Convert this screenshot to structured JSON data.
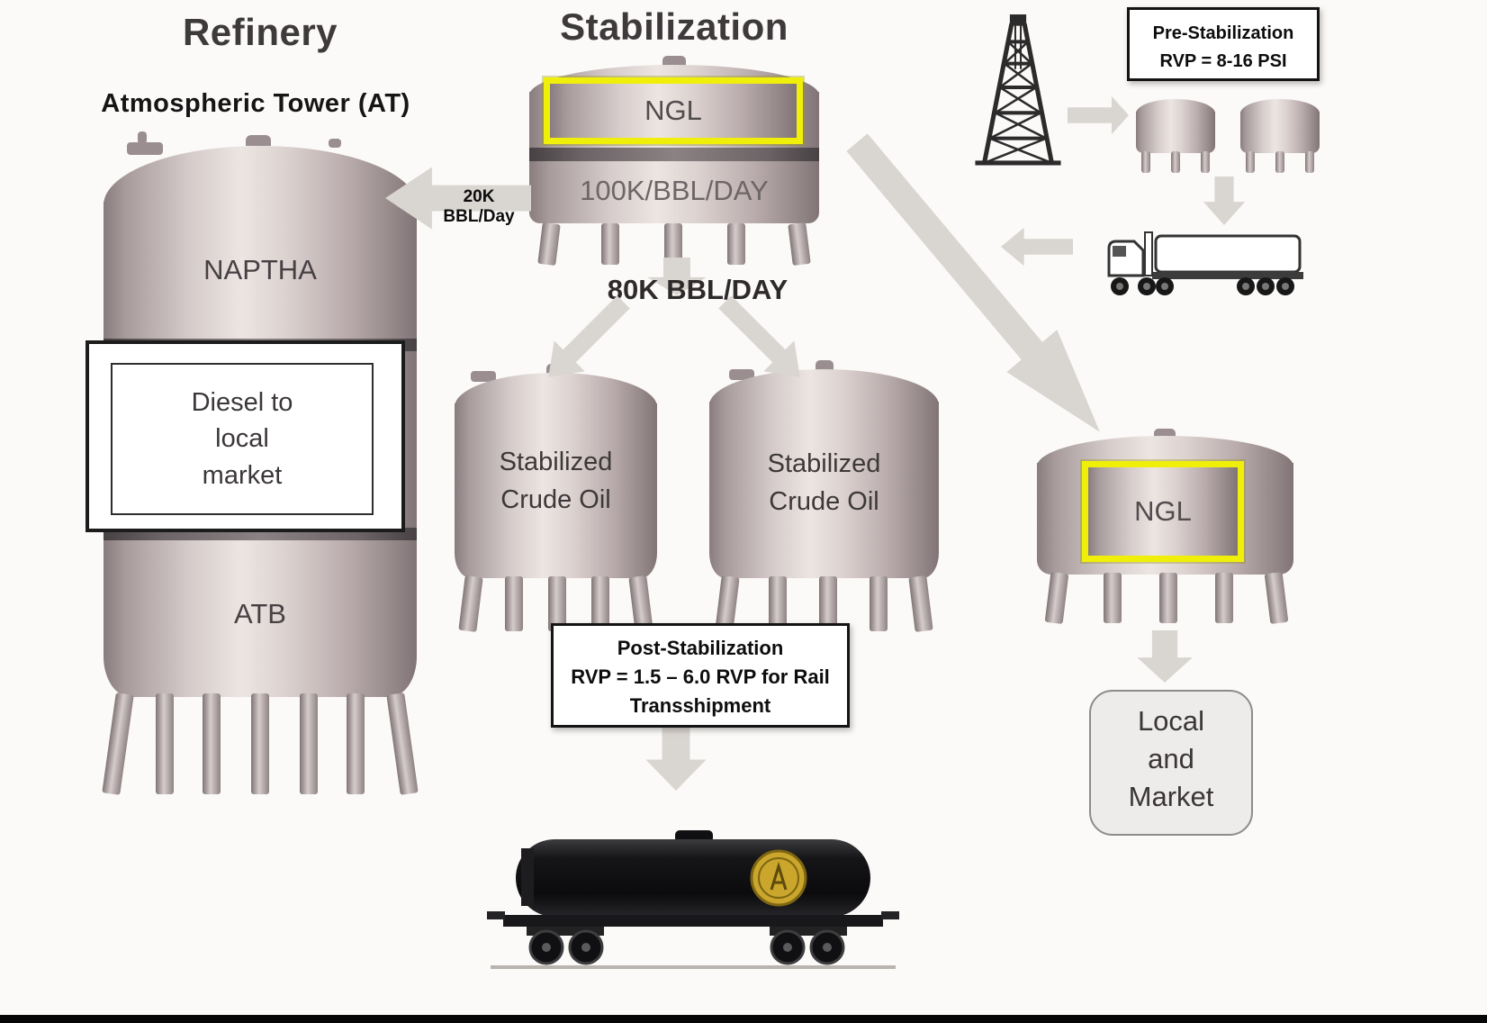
{
  "refinery": {
    "title": "Refinery",
    "subtitle": "Atmospheric Tower (AT)",
    "naptha_label": "NAPTHA",
    "diesel_box_lines": [
      "Diesel to",
      "local",
      "market"
    ],
    "atb_label": "ATB"
  },
  "stabilization": {
    "title": "Stabilization",
    "ngl_label": "NGL",
    "capacity_label": "100K/BBL/DAY",
    "to_refinery_flow": "20K BBL/Day",
    "split_flow": "80K BBL/DAY",
    "left_tank": [
      "Stabilized",
      "Crude Oil"
    ],
    "right_tank": [
      "Stabilized",
      "Crude Oil"
    ],
    "post_stabilization": [
      "Post-Stabilization",
      "RVP = 1.5 – 6.0 RVP for Rail",
      "Transshipment"
    ]
  },
  "field": {
    "pre_stabilization": [
      "Pre-Stabilization",
      "RVP = 8-16 PSI"
    ],
    "ngl_label": "NGL",
    "local_market": [
      "Local",
      "and",
      "Market"
    ]
  },
  "icons": {
    "derrick": "oil-derrick-icon",
    "truck": "tanker-truck-icon",
    "railcar": "rail-tank-car-icon"
  },
  "colors": {
    "highlight_yellow": "#f0ef0a",
    "arrow_gray": "#d9d5d0",
    "box_border": "#141414"
  }
}
